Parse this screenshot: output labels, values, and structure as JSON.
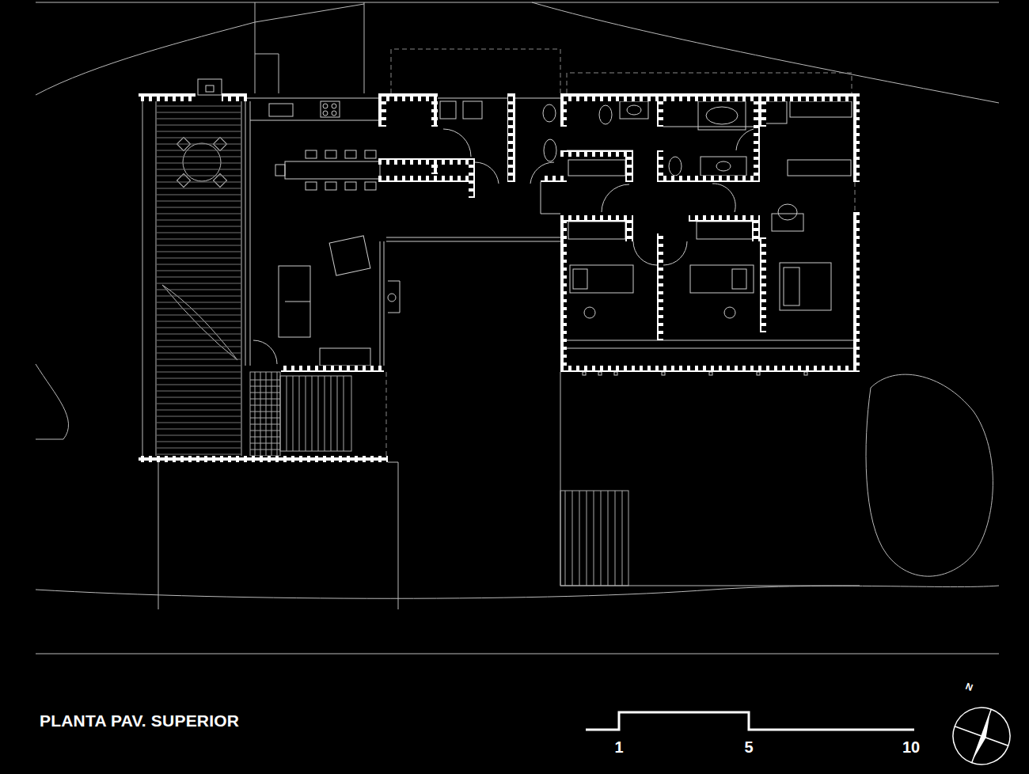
{
  "diagram": {
    "title": "PLANTA PAV. SUPERIOR",
    "labels": [
      "1",
      "5",
      "10",
      "N"
    ]
  }
}
